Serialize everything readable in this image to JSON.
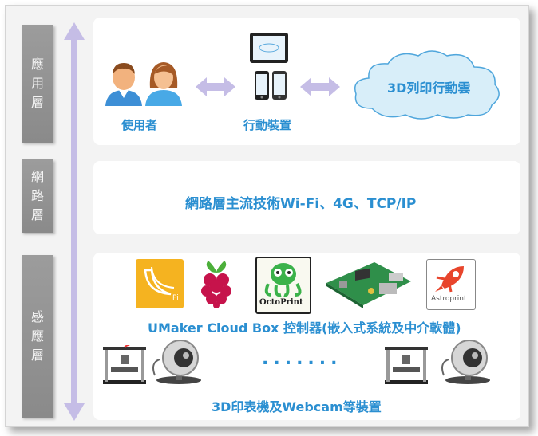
{
  "layers": {
    "application": {
      "side_label": [
        "應",
        "用",
        "層"
      ]
    },
    "network": {
      "side_label": [
        "網",
        "路",
        "層"
      ]
    },
    "sensing": {
      "side_label": [
        "感",
        "應",
        "層"
      ]
    }
  },
  "application_panel": {
    "user_label": "使用者",
    "device_label": "行動裝置",
    "cloud_label": "3D列印行動雲"
  },
  "network_panel": {
    "title": "網路層主流技術Wi-Fi、4G、TCP/IP"
  },
  "sensing_panel": {
    "controller_label": "UMaker Cloud Box 控制器(嵌入式系統及中介軟體)",
    "dots": ".......",
    "devices_label": "3D印表機及Webcam等裝置",
    "octoprint_label": "OctoPrint",
    "astroprint_label": "Astroprint",
    "banana_label": "Pi"
  },
  "colors": {
    "accent": "#2b8fd1",
    "arrow": "#c5bde6",
    "side": "#969696",
    "panel": "#ffffff"
  }
}
